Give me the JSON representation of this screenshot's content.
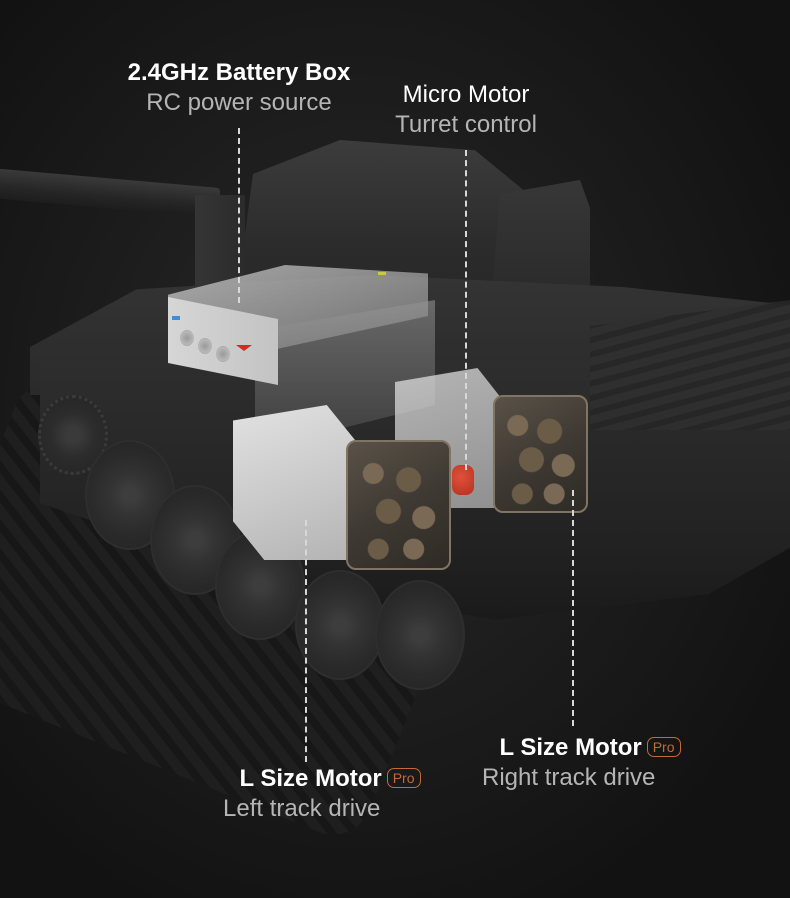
{
  "callouts": {
    "battery_box": {
      "title": "2.4GHz Battery Box",
      "subtitle": "RC power source"
    },
    "micro_motor": {
      "title": "Micro Motor",
      "subtitle": "Turret control"
    },
    "left_motor": {
      "title": "L Size Motor",
      "badge": "Pro",
      "subtitle": "Left track drive"
    },
    "right_motor": {
      "title": "L Size Motor",
      "badge": "Pro",
      "subtitle": "Right track drive"
    }
  },
  "colors": {
    "background": "#141414",
    "title_text": "#ffffff",
    "subtitle_text": "#b5b5b5",
    "badge_accent": "#c4693a",
    "leader_line": "#d8d8d8"
  }
}
